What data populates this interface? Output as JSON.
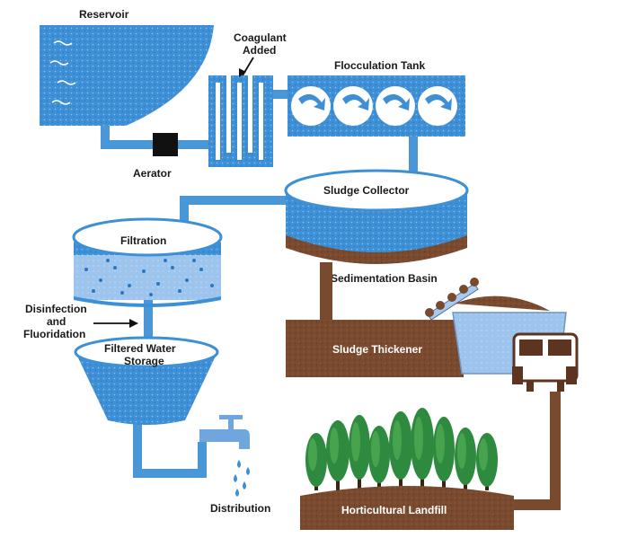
{
  "labels": {
    "reservoir": "Reservoir",
    "coagulant_line1": "Coagulant",
    "coagulant_line2": "Added",
    "flocculation_tank": "Flocculation Tank",
    "aerator": "Aerator",
    "sludge_collector": "Sludge Collector",
    "filtration": "Filtration",
    "sedimentation_basin": "Sedimentation Basin",
    "disinfection_line1": "Disinfection",
    "disinfection_line2": "and",
    "disinfection_line3": "Fluoridation",
    "filtered_storage_line1": "Filtered Water",
    "filtered_storage_line2": "Storage",
    "sludge_thickener": "Sludge Thickener",
    "horticultural_landfill": "Horticultural Landfill",
    "distribution": "Distribution"
  },
  "colors": {
    "water_blue": "#3d8fd6",
    "water_dark": "#2a78c2",
    "pipe_blue": "#4a97d8",
    "light_blue": "#a9c9ee",
    "sludge_brown": "#7a4a2e",
    "sludge_dark": "#5c3420",
    "tree_green": "#2e8a3e",
    "tree_light": "#5cb85c",
    "text_dark": "#1a1a1a",
    "text_light": "#ffffff"
  }
}
